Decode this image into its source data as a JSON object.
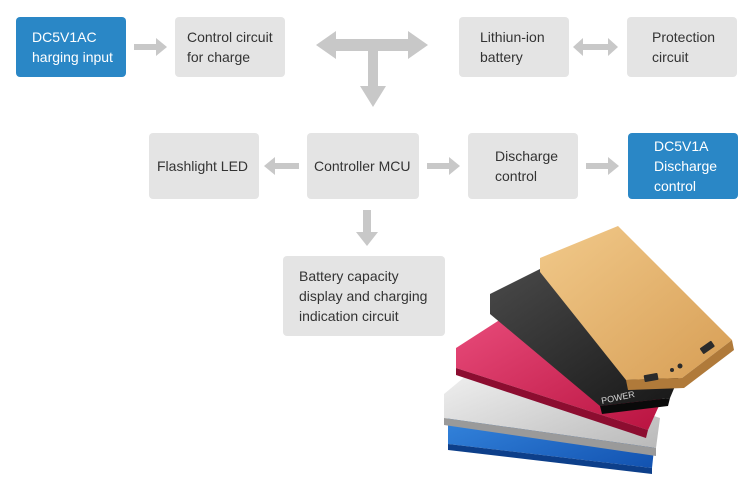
{
  "colors": {
    "box_fill": "#e4e4e4",
    "box_text": "#333333",
    "accent_fill": "#2a87c6",
    "accent_text": "#ffffff",
    "arrow": "#c8c8c8"
  },
  "nodes": {
    "charging_input": "DC5V1AC\nharging input",
    "charge_control": "Control circuit\nfor charge",
    "battery": "Lithiun-ion\nbattery",
    "protection": "Protection\ncircuit",
    "flashlight": "Flashlight LED",
    "mcu": "Controller MCU",
    "discharge_control": "Discharge\ncontrol",
    "discharge_output": "DC5V1A\nDischarge\ncontrol",
    "capacity_display": "Battery capacity\ndisplay and charging\nindication circuit"
  },
  "edges": [
    {
      "from": "charging_input",
      "to": "charge_control"
    },
    {
      "from": "charge_control",
      "to": "mcu",
      "note": "T-junction"
    },
    {
      "from": "battery",
      "to": "mcu",
      "note": "T-junction"
    },
    {
      "from": "battery",
      "to": "protection",
      "bidirectional": true
    },
    {
      "from": "mcu",
      "to": "flashlight"
    },
    {
      "from": "mcu",
      "to": "discharge_control"
    },
    {
      "from": "discharge_control",
      "to": "discharge_output"
    },
    {
      "from": "mcu",
      "to": "capacity_display"
    }
  ],
  "product_image": {
    "description": "stack of five slim power banks",
    "unit_colors": [
      "#1e6fd0",
      "#cfcfcf",
      "#d8285e",
      "#2a2a2a",
      "#e6b26e"
    ],
    "printed_text": "POWER"
  }
}
